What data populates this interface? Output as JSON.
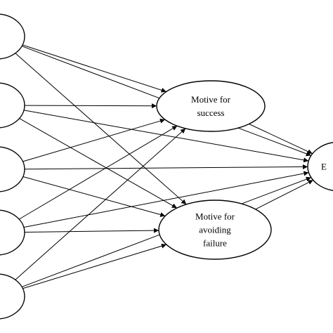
{
  "diagram": {
    "nodes": [
      {
        "id": "left-1",
        "lines": []
      },
      {
        "id": "left-2",
        "lines": []
      },
      {
        "id": "left-3",
        "lines": []
      },
      {
        "id": "left-4",
        "lines": []
      },
      {
        "id": "left-5",
        "lines": []
      },
      {
        "id": "motive-success",
        "lines": [
          "Motive for",
          "success"
        ]
      },
      {
        "id": "motive-avoiding-failure",
        "lines": [
          "Motive for",
          "avoiding",
          "failure"
        ]
      },
      {
        "id": "outcome",
        "lines": [
          "E"
        ]
      }
    ],
    "edges": [
      {
        "from": "left-1",
        "to": "outcome"
      },
      {
        "from": "left-1",
        "to": "motive-success"
      },
      {
        "from": "left-1",
        "to": "motive-avoiding-failure"
      },
      {
        "from": "left-2",
        "to": "motive-success"
      },
      {
        "from": "left-2",
        "to": "outcome"
      },
      {
        "from": "left-2",
        "to": "motive-avoiding-failure"
      },
      {
        "from": "left-3",
        "to": "motive-success"
      },
      {
        "from": "left-3",
        "to": "outcome"
      },
      {
        "from": "left-3",
        "to": "motive-avoiding-failure"
      },
      {
        "from": "left-4",
        "to": "motive-success"
      },
      {
        "from": "left-4",
        "to": "outcome"
      },
      {
        "from": "left-4",
        "to": "motive-avoiding-failure"
      },
      {
        "from": "left-5",
        "to": "motive-success"
      },
      {
        "from": "left-5",
        "to": "motive-avoiding-failure"
      },
      {
        "from": "left-5",
        "to": "outcome"
      },
      {
        "from": "motive-success",
        "to": "outcome"
      },
      {
        "from": "motive-avoiding-failure",
        "to": "outcome"
      }
    ]
  }
}
